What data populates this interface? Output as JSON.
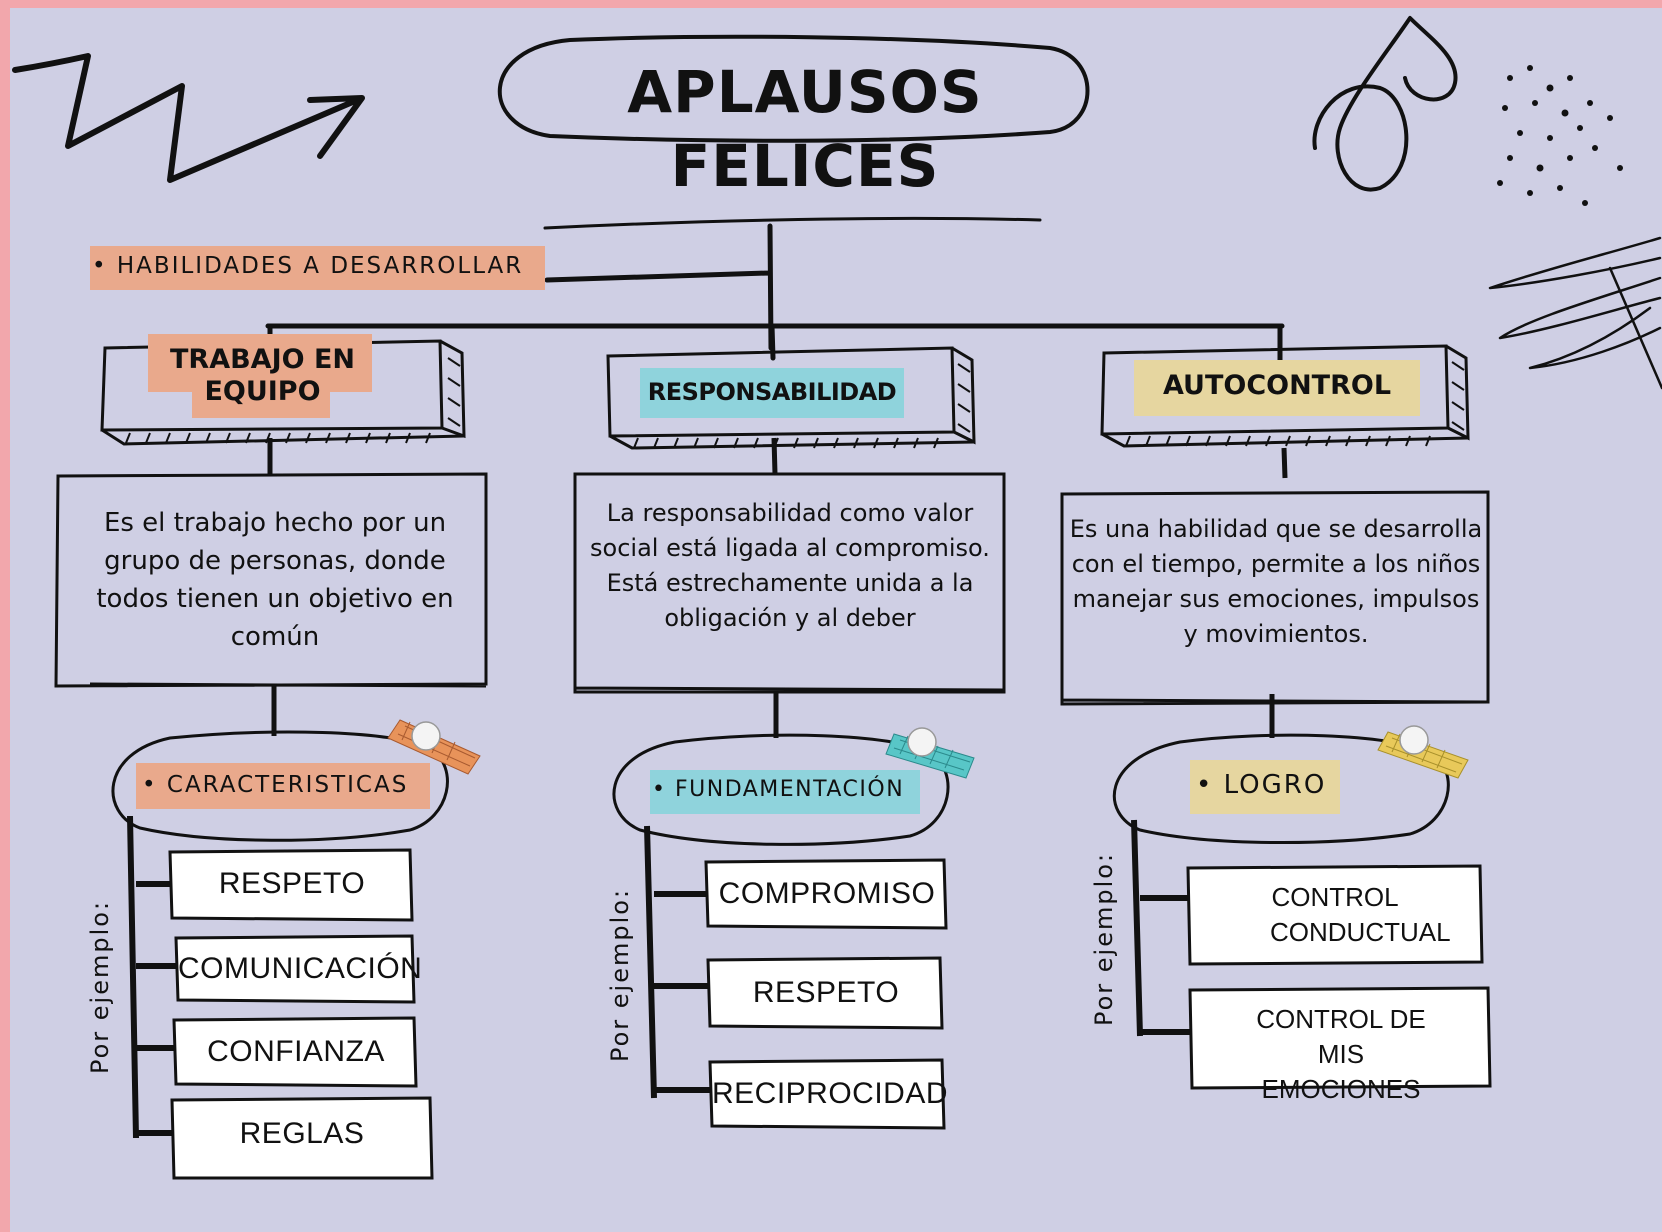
{
  "title": {
    "line1": "APLAUSOS",
    "line2": "FELICES"
  },
  "root_tag": "HABILIDADES A DESARROLLAR",
  "example_prefix": "Por ejemplo:",
  "branches": [
    {
      "heading": "TRABAJO EN EQUIPO",
      "heading_color": "#e9a98c",
      "description": "Es el trabajo hecho por un grupo de personas, donde todos tienen un objetivo en común",
      "sub_tag": "CARACTERISTICAS",
      "sub_color": "#e9a98c",
      "examples": [
        "RESPETO",
        "COMUNICACIÓN",
        "CONFIANZA",
        "REGLAS"
      ]
    },
    {
      "heading": "RESPONSABILIDAD",
      "heading_color": "#8fd3dc",
      "description": "La responsabilidad como valor social está ligada al compromiso. Está estrechamente unida a la obligación y al deber",
      "sub_tag": "FUNDAMENTACIÓN",
      "sub_color": "#8fd3dc",
      "examples": [
        "COMPROMISO",
        "RESPETO",
        "RECIPROCIDAD"
      ]
    },
    {
      "heading": "AUTOCONTROL",
      "heading_color": "#e6d6a0",
      "description": "Es una habilidad que se desarrolla con el tiempo, permite a los niños manejar sus emociones, impulsos y movimientos.",
      "sub_tag": "LOGRO",
      "sub_color": "#e6d6a0",
      "examples": [
        "CONTROL CONDUCTUAL",
        "CONTROL DE MIS EMOCIONES"
      ]
    }
  ],
  "colors": {
    "background": "#cfcfe4",
    "border": "#f2a7ac",
    "ink": "#111111",
    "tape_orange": "#e8935a",
    "tape_teal": "#58c6c7",
    "tape_yellow": "#e8c95a"
  }
}
